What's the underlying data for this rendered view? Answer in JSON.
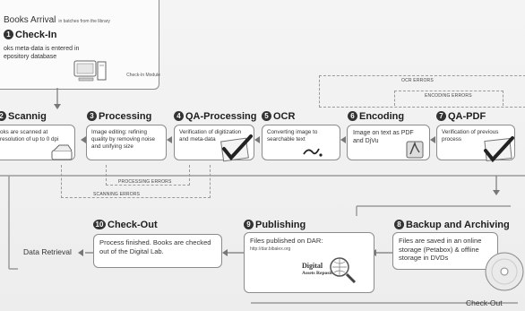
{
  "header": {
    "title": "Books Arrival",
    "subtitle": "in batches from the library"
  },
  "checkin": {
    "number": "1",
    "heading": "Check-In",
    "text": "oks meta-data is entered in epository database",
    "module_label": "Check-In Module"
  },
  "steps": [
    {
      "number": "2",
      "heading": "Scannig",
      "text": "oks are scanned at resolution of up to 0 dpi"
    },
    {
      "number": "3",
      "heading": "Processing",
      "text": "Image editing: refining quality by removing noise and unifying size"
    },
    {
      "number": "4",
      "heading": "QA-Processing",
      "text": "Verification of digitization and meta-data"
    },
    {
      "number": "5",
      "heading": "OCR",
      "text": "Converting image to searchable text"
    },
    {
      "number": "6",
      "heading": "Encoding",
      "text": "Image on text as PDF and DjVu"
    },
    {
      "number": "7",
      "heading": "QA-PDF",
      "text": "Verification of previous process"
    }
  ],
  "bottom_steps": [
    {
      "number": "8",
      "heading": "Backup and Archiving",
      "text": "Files are saved in an online storage (Petabox) & offline storage in DVDs"
    },
    {
      "number": "9",
      "heading": "Publishing",
      "text": "Files published on DAR:",
      "url": "http://dar.bibalex.org"
    },
    {
      "number": "10",
      "heading": "Check-Out",
      "text": "Process finished. Books are checked out of the Digital Lab."
    }
  ],
  "errors": {
    "ocr": "OCR ERRORS",
    "encoding": "ENCODING ERRORS",
    "processing": "PROCESSING ERRORS",
    "scanning": "SCANNING ERRORS"
  },
  "labels": {
    "data_retrieval": "Data Retrieval",
    "checkout": "Check-Out",
    "dar_logo_line1": "Digital",
    "dar_logo_line2": "Assets Repository"
  },
  "colors": {
    "band": "#9a9a9a",
    "card_border": "#8c8c8c",
    "number_badge": "#333333"
  }
}
